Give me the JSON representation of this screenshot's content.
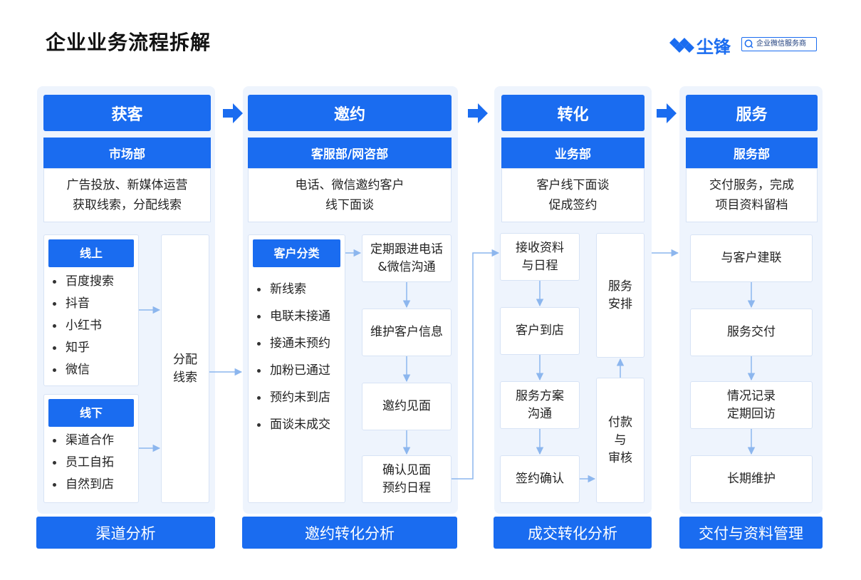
{
  "title": "企业业务流程拆解",
  "logo": {
    "name": "尘锋",
    "tagline": "企业微信服务商"
  },
  "colors": {
    "primary": "#1a6cf0",
    "panel_bg": "#eef4fd",
    "connector": "#8cb6ee"
  },
  "stages": [
    {
      "title": "获客",
      "department": "市场部",
      "description": [
        "广告投放、新媒体运营",
        "获取线索，分配线索"
      ],
      "footer": "渠道分析"
    },
    {
      "title": "邀约",
      "department": "客服部/网咨部",
      "description": [
        "电话、微信邀约客户",
        "线下面谈"
      ],
      "footer": "邀约转化分析"
    },
    {
      "title": "转化",
      "department": "业务部",
      "description": [
        "客户线下面谈",
        "促成签约"
      ],
      "footer": "成交转化分析"
    },
    {
      "title": "服务",
      "department": "服务部",
      "description": [
        "交付服务，完成",
        "项目资料留档"
      ],
      "footer": "交付与资料管理"
    }
  ],
  "acquire": {
    "online": {
      "label": "线上",
      "items": [
        "百度搜索",
        "抖音",
        "小红书",
        "知乎",
        "微信"
      ]
    },
    "offline": {
      "label": "线下",
      "items": [
        "渠道合作",
        "员工自拓",
        "自然到店"
      ]
    },
    "assign": [
      "分配",
      "线索"
    ]
  },
  "invite": {
    "classify": {
      "label": "客户分类",
      "items": [
        "新线索",
        "电联未接通",
        "接通未预约",
        "加粉已通过",
        "预约未到店",
        "面谈未成交"
      ]
    },
    "steps": [
      [
        "定期跟进电话",
        "&微信沟通"
      ],
      [
        "维护客户信息"
      ],
      [
        "邀约见面"
      ],
      [
        "确认见面",
        "预约日程"
      ]
    ]
  },
  "convert": {
    "steps": [
      [
        "接收资料",
        "与日程"
      ],
      [
        "客户到店"
      ],
      [
        "服务方案",
        "沟通"
      ],
      [
        "签约确认"
      ]
    ],
    "payment": [
      "付款",
      "与",
      "审核"
    ],
    "arrange": [
      "服务",
      "安排"
    ]
  },
  "service": {
    "steps": [
      [
        "与客户建联"
      ],
      [
        "服务交付"
      ],
      [
        "情况记录",
        "定期回访"
      ],
      [
        "长期维护"
      ]
    ]
  }
}
